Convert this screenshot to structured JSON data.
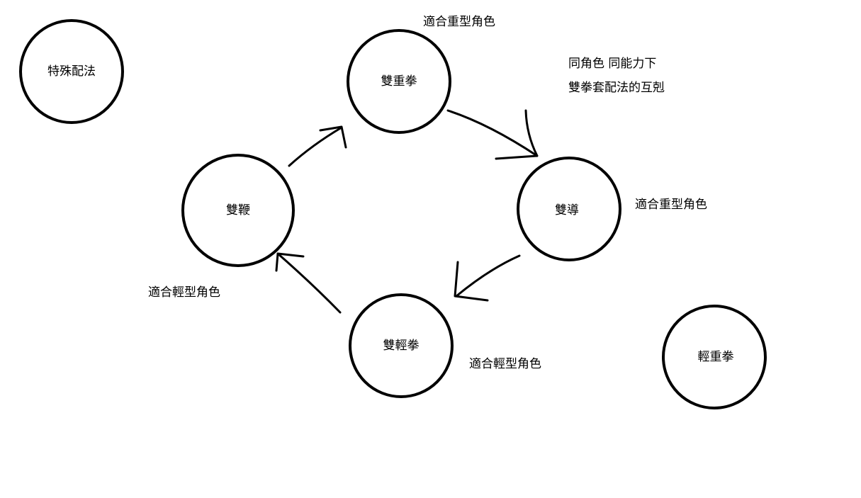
{
  "nodes": {
    "special": "特殊配法",
    "double_heavy_fist": "雙重拳",
    "double_guide": "雙導",
    "double_whip": "雙鞭",
    "double_light_fist": "雙輕拳",
    "light_heavy_fist": "輕重拳"
  },
  "notes": {
    "heavy_top": "適合重型角色",
    "heavy_right": "適合重型角色",
    "light_left": "適合輕型角色",
    "light_bottom": "適合輕型角色",
    "counter_line1": "同角色 同能力下",
    "counter_line2": "雙拳套配法的互剋"
  }
}
